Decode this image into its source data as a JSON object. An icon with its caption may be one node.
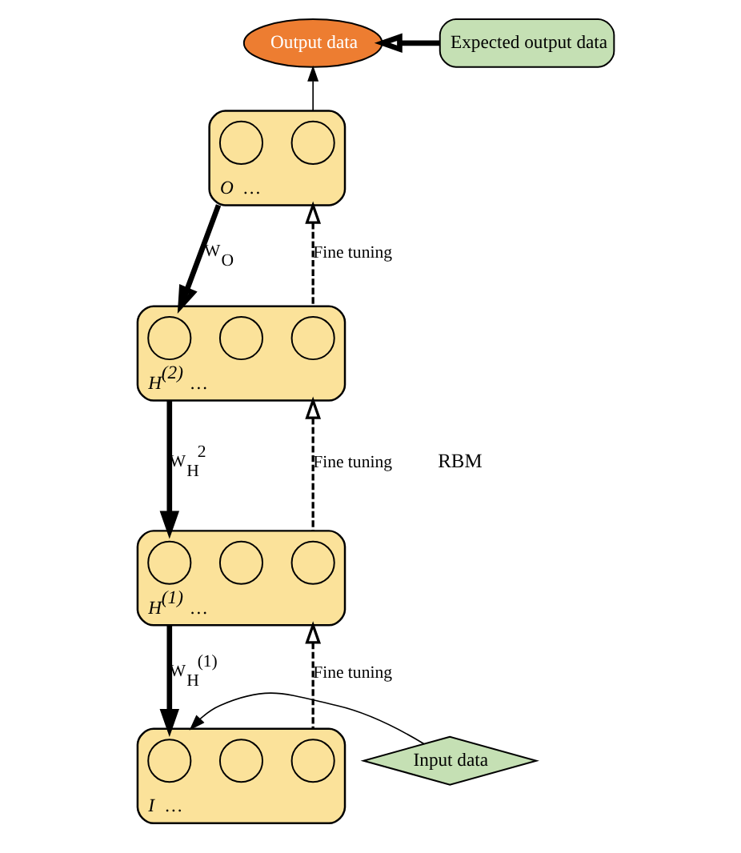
{
  "diagram": {
    "nodes": [
      {
        "text": [
          "Output data"
        ]
      },
      {
        "text": [
          "Expected output data"
        ]
      },
      {
        "text": [
          "…"
        ],
        "beside": [
          "O"
        ]
      },
      {
        "text": [],
        "shape": "circle",
        "in": 2
      },
      {
        "text": [],
        "shape": "circle",
        "in": 2
      },
      {
        "text": [
          "…"
        ],
        "beside": [
          "H$^{(2)}$"
        ]
      },
      {
        "text": [],
        "shape": "circle",
        "in": 5
      },
      {
        "text": [],
        "shape": "circle",
        "in": 5
      },
      {
        "text": [],
        "shape": "circle",
        "in": 5
      },
      {
        "text": [
          "…"
        ],
        "beside": [
          "H$^{(1)}$"
        ]
      },
      {
        "text": [],
        "shape": "circle",
        "in": 9
      },
      {
        "text": [],
        "shape": "circle",
        "in": 9
      },
      {
        "text": [],
        "shape": "circle",
        "in": 9
      },
      {
        "text": [
          "…"
        ],
        "beside": [
          "I"
        ]
      },
      {
        "text": [],
        "shape": "circle",
        "in": 13
      },
      {
        "text": [],
        "shape": "circle",
        "in": 13
      },
      {
        "text": [],
        "shape": "circle",
        "in": 13
      },
      {
        "text": [
          "Input data"
        ]
      }
    ],
    "edges": [
      {
        "from": 1,
        "to": 0,
        "arrow": "to",
        "style": "thick"
      },
      {
        "from": 2,
        "to": 0,
        "arrow": "to"
      },
      {
        "from": 2,
        "to": 5,
        "arrow": "to",
        "style": "thick",
        "label": "W$_{O}$"
      },
      {
        "from": 5,
        "to": 2,
        "arrow": "to",
        "style": "dashed",
        "label": "Fine tuning"
      },
      {
        "from": 5,
        "to": 9,
        "arrow": "to",
        "style": "thick",
        "label": "W$_{H}$$^{2}$"
      },
      {
        "from": 9,
        "to": 5,
        "arrow": "to",
        "style": "dashed",
        "label": "Fine tuning"
      },
      {
        "from": 9,
        "to": 13,
        "arrow": "to",
        "style": "thick",
        "label": "W$_{H}$$^{(1)}$"
      },
      {
        "from": 13,
        "to": 9,
        "arrow": "to",
        "style": "dashed",
        "label": "Fine tuning"
      },
      {
        "from": 17,
        "to": 13,
        "arrow": "to"
      }
    ],
    "labels": [
      "RBM"
    ]
  }
}
